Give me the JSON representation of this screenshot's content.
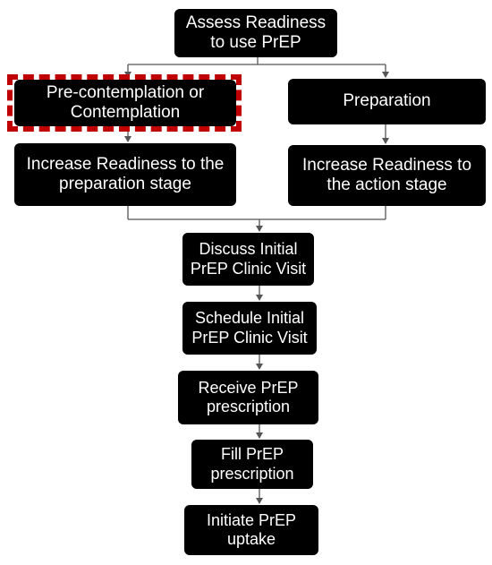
{
  "flowchart": {
    "nodes": {
      "assess": "Assess Readiness to use PrEP",
      "precontemplation": "Pre-contemplation or Contemplation",
      "preparation": "Preparation",
      "increase_prep": "Increase Readiness to the preparation stage",
      "increase_action": "Increase Readiness to the action stage",
      "discuss": "Discuss Initial PrEP Clinic Visit",
      "schedule": "Schedule Initial PrEP Clinic Visit",
      "receive": "Receive PrEP prescription",
      "fill": "Fill PrEP prescription",
      "initiate": "Initiate PrEP uptake"
    },
    "edges": [
      {
        "from": "assess",
        "to": "precontemplation"
      },
      {
        "from": "assess",
        "to": "preparation"
      },
      {
        "from": "precontemplation",
        "to": "increase_prep"
      },
      {
        "from": "preparation",
        "to": "increase_action"
      },
      {
        "from": "increase_prep",
        "to": "discuss"
      },
      {
        "from": "increase_action",
        "to": "discuss"
      },
      {
        "from": "discuss",
        "to": "schedule"
      },
      {
        "from": "schedule",
        "to": "receive"
      },
      {
        "from": "receive",
        "to": "fill"
      },
      {
        "from": "fill",
        "to": "initiate"
      }
    ],
    "highlighted_node": "precontemplation",
    "colors": {
      "node_fill": "#000000",
      "node_text": "#ffffff",
      "connector": "#555555",
      "highlight": "#c00000"
    }
  }
}
